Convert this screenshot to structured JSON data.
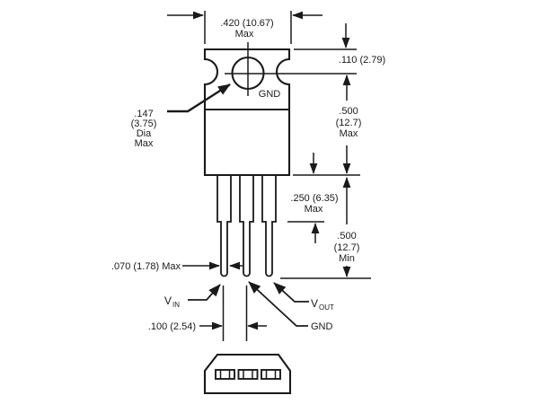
{
  "drawing": {
    "kind": "TO-220 package outline dimension drawing",
    "colors": {
      "ink": "#1a1a1a",
      "background": "#ffffff"
    },
    "tab": {
      "hole_label": "GND"
    },
    "pin_labels": {
      "vin": {
        "main": "V",
        "sub": "IN"
      },
      "vout": {
        "main": "V",
        "sub": "OUT"
      },
      "gnd": {
        "text": "GND"
      }
    },
    "dimensions": {
      "tab_width": {
        "l1": ".420 (10.67)",
        "l2": "Max"
      },
      "hole_offset": {
        "l1": ".110 (2.79)"
      },
      "body_height": {
        "l1": ".500",
        "l2": "(12.7)",
        "l3": "Max"
      },
      "shoulder_length": {
        "l1": ".250 (6.35)",
        "l2": "Max"
      },
      "lead_length": {
        "l1": ".500",
        "l2": "(12.7)",
        "l3": "Min"
      },
      "hole_diameter": {
        "l1": ".147",
        "l2": "(3.75)",
        "l3": "Dia",
        "l4": "Max"
      },
      "lead_tip_width": {
        "l1": ".070 (1.78) Max"
      },
      "lead_spacing": {
        "l1": ".100 (2.54)"
      }
    }
  }
}
